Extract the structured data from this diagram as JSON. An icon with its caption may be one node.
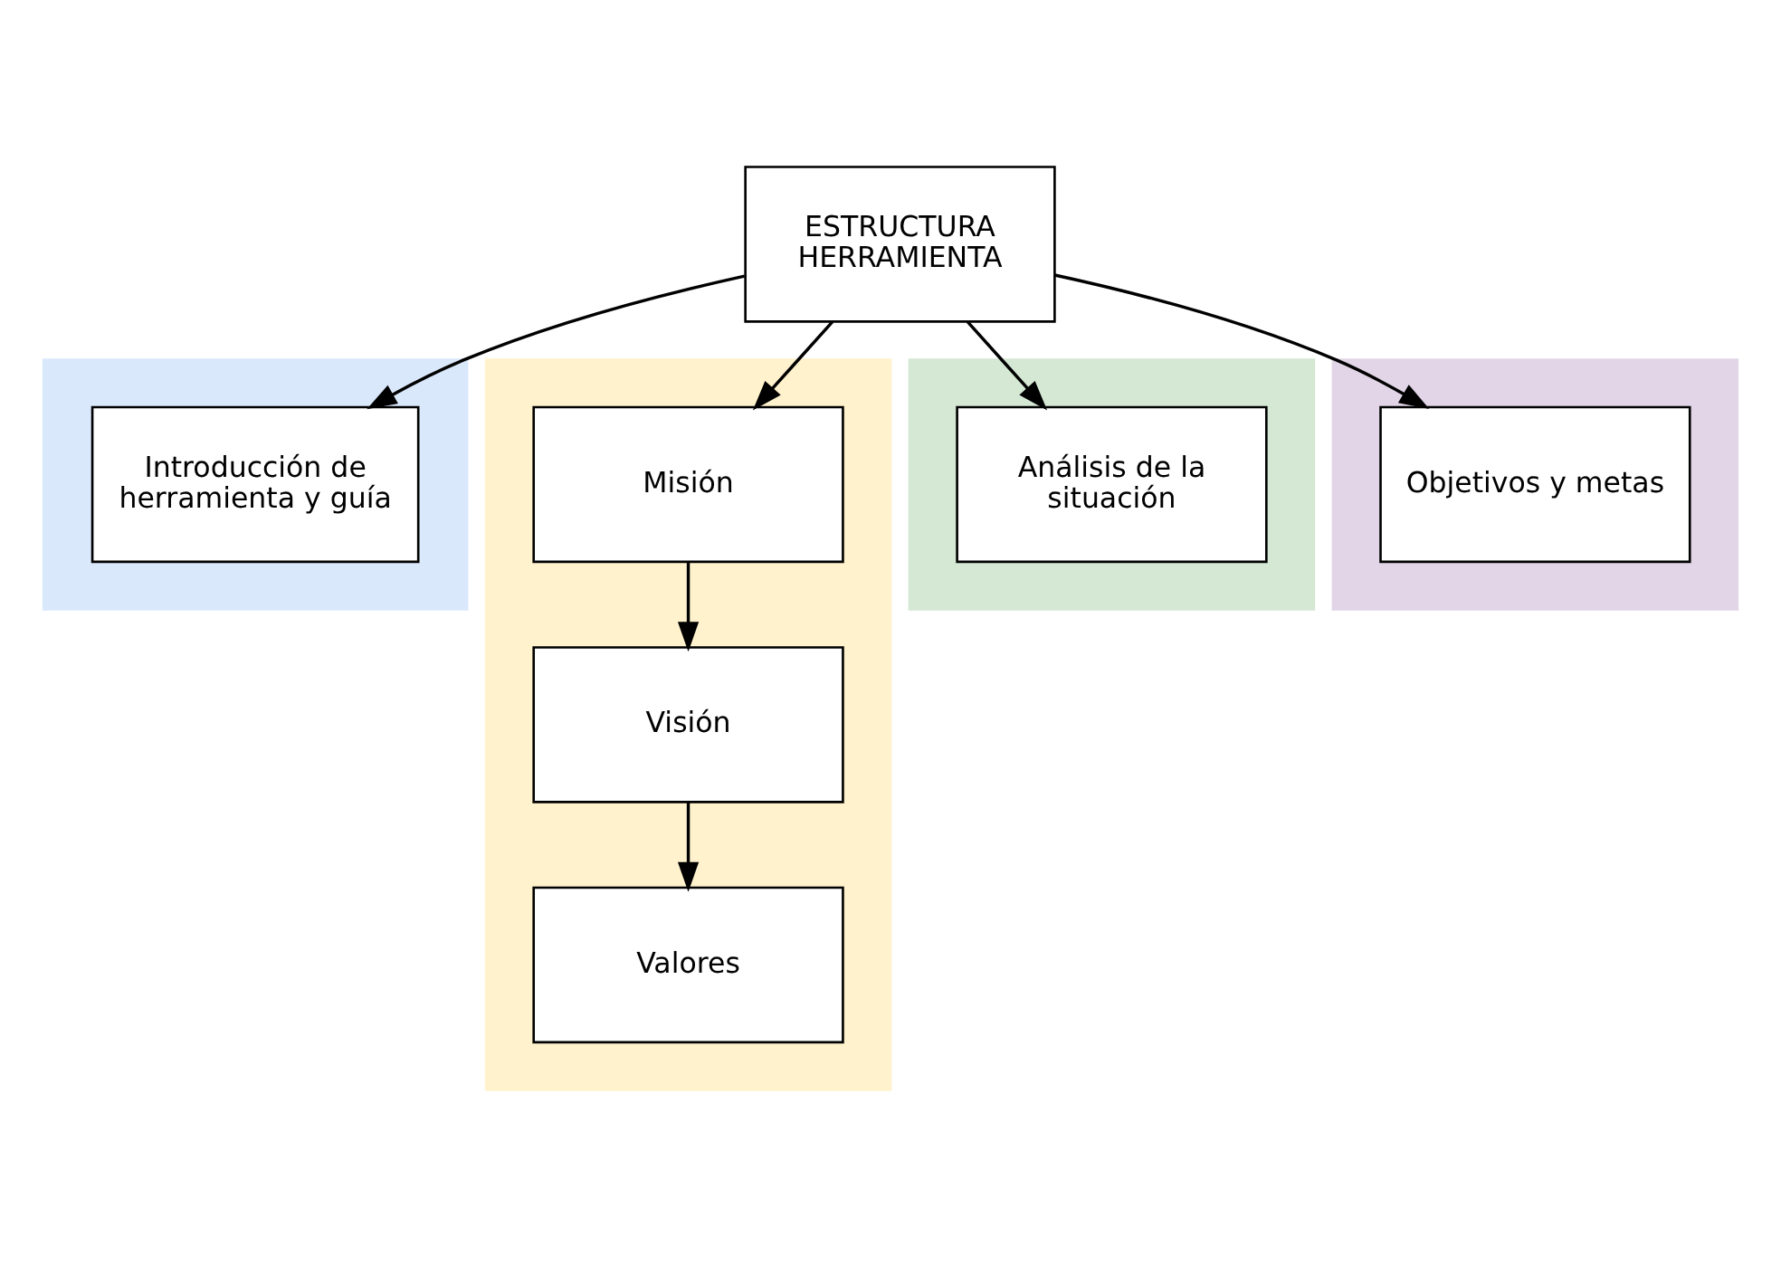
{
  "diagram": {
    "nodes": [
      {
        "text": [
          "ESTRUCTURA HERRAMIENTA"
        ]
      },
      {
        "text": [],
        "shape": "band"
      },
      {
        "text": [
          "Introducción de herramienta y guía"
        ],
        "in": 1
      },
      {
        "text": [],
        "shape": "band"
      },
      {
        "text": [
          "Misión"
        ],
        "in": 3
      },
      {
        "text": [
          "Visión"
        ],
        "in": 3
      },
      {
        "text": [
          "Valores"
        ],
        "in": 3
      },
      {
        "text": [],
        "shape": "band"
      },
      {
        "text": [
          "Análisis de la situación"
        ],
        "in": 7
      },
      {
        "text": [],
        "shape": "band"
      },
      {
        "text": [
          "Objetivos y metas"
        ],
        "in": 9
      }
    ],
    "edges": [
      {
        "from": 0,
        "to": 2,
        "arrow": "to"
      },
      {
        "from": 0,
        "to": 4,
        "arrow": "to"
      },
      {
        "from": 0,
        "to": 8,
        "arrow": "to"
      },
      {
        "from": 0,
        "to": 10,
        "arrow": "to"
      },
      {
        "from": 4,
        "to": 5,
        "arrow": "to"
      },
      {
        "from": 5,
        "to": 6,
        "arrow": "to"
      }
    ]
  }
}
